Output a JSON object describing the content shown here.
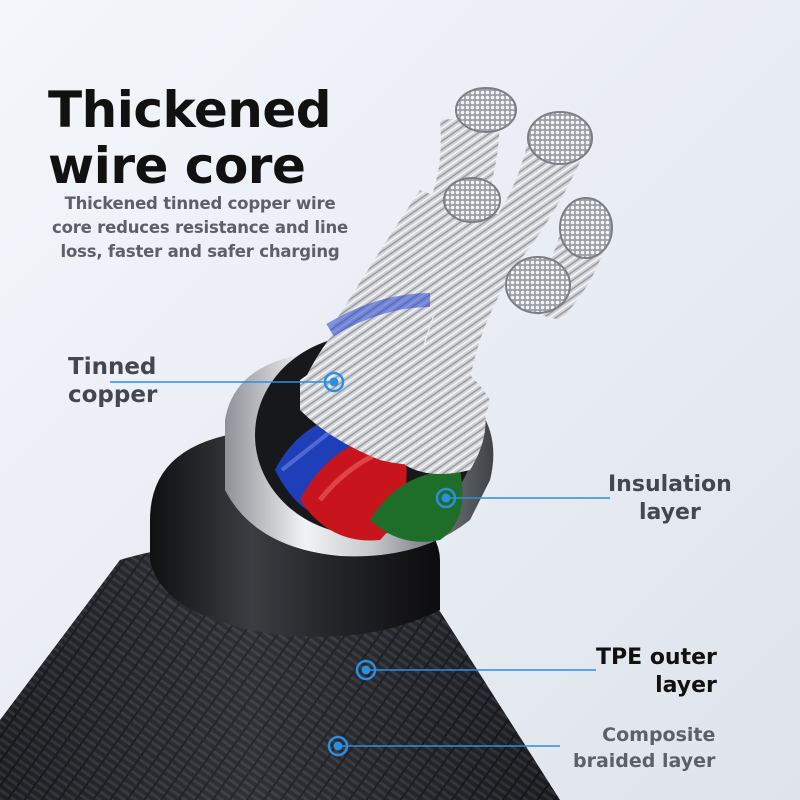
{
  "headline": {
    "line1": "Thickened",
    "line2": "wire core"
  },
  "subtitle": {
    "line1": "Thickened tinned copper wire",
    "line2": "core reduces resistance and line",
    "line3": "loss, faster and safer charging"
  },
  "callouts": {
    "tinned_copper": {
      "line1": "Tinned",
      "line2": "copper"
    },
    "insulation": {
      "line1": "Insulation",
      "line2": "layer"
    },
    "tpe_outer": {
      "line1": "TPE outer",
      "line2": "layer"
    },
    "braided": {
      "line1": "Composite",
      "line2": "braided layer"
    }
  },
  "colors": {
    "accent": "#2b8fe0",
    "headline": "#111111",
    "subtext": "#5d6068",
    "wire_red": "#c8141c",
    "wire_blue": "#1f3fb8",
    "wire_green": "#1e6e2a",
    "sleeve": "#2a2b2f"
  }
}
